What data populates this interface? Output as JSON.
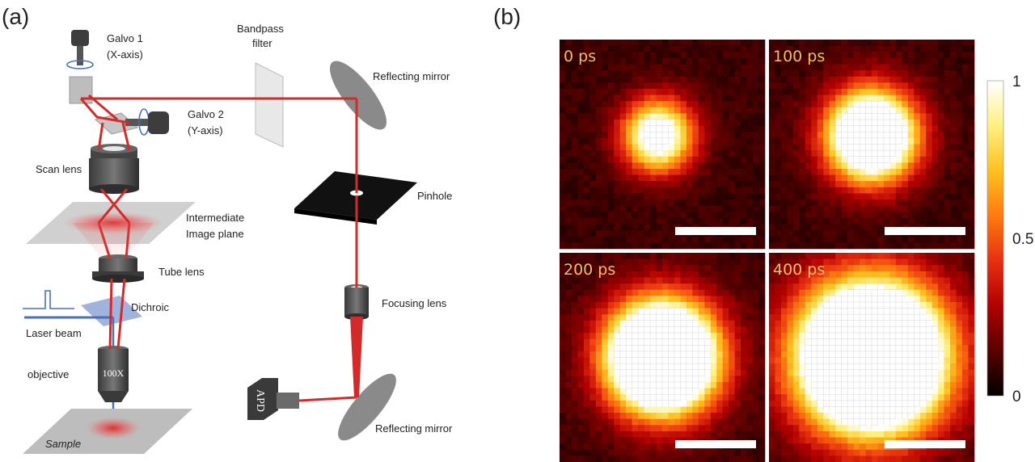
{
  "panel_a": {
    "letter": "(a)",
    "labels": {
      "galvo1_line1": "Galvo 1",
      "galvo1_line2": "(X-axis)",
      "bandpass_line1": "Bandpass",
      "bandpass_line2": "filter",
      "reflecting_mirror_top": "Reflecting mirror",
      "galvo2_line1": "Galvo 2",
      "galvo2_line2": "(Y-axis)",
      "scan_lens": "Scan lens",
      "pinhole": "Pinhole",
      "intermediate_line1": "Intermediate",
      "intermediate_line2": "Image plane",
      "tube_lens": "Tube lens",
      "focusing_lens": "Focusing lens",
      "dichroic": "Dichroic",
      "laser_beam": "Laser beam",
      "objective": "objective",
      "objective_mag": "100X",
      "apd": "APD",
      "reflecting_mirror_bottom": "Reflecting mirror",
      "sample": "Sample"
    },
    "colors": {
      "beam_red": "#d42a2a",
      "laser_blue": "#4a6fb8",
      "component_gray": "#555555",
      "pinhole_black": "#111111"
    }
  },
  "panel_b": {
    "letter": "(b)",
    "images": [
      {
        "time_label": "0 ps",
        "spot_radius": 0.16,
        "saturation": 1.15
      },
      {
        "time_label": "100 ps",
        "spot_radius": 0.2,
        "saturation": 1.7
      },
      {
        "time_label": "200 ps",
        "spot_radius": 0.24,
        "saturation": 2.3
      },
      {
        "time_label": "400 ps",
        "spot_radius": 0.32,
        "saturation": 2.5
      }
    ],
    "colorbar": {
      "ticks": [
        {
          "value": 1,
          "label": "1"
        },
        {
          "value": 0.5,
          "label": "0.5"
        },
        {
          "value": 0,
          "label": "0"
        }
      ],
      "colormap": [
        "#000000",
        "#5a0000",
        "#b00000",
        "#e83010",
        "#ff7a10",
        "#ffc020",
        "#fff080",
        "#ffffff"
      ]
    }
  }
}
